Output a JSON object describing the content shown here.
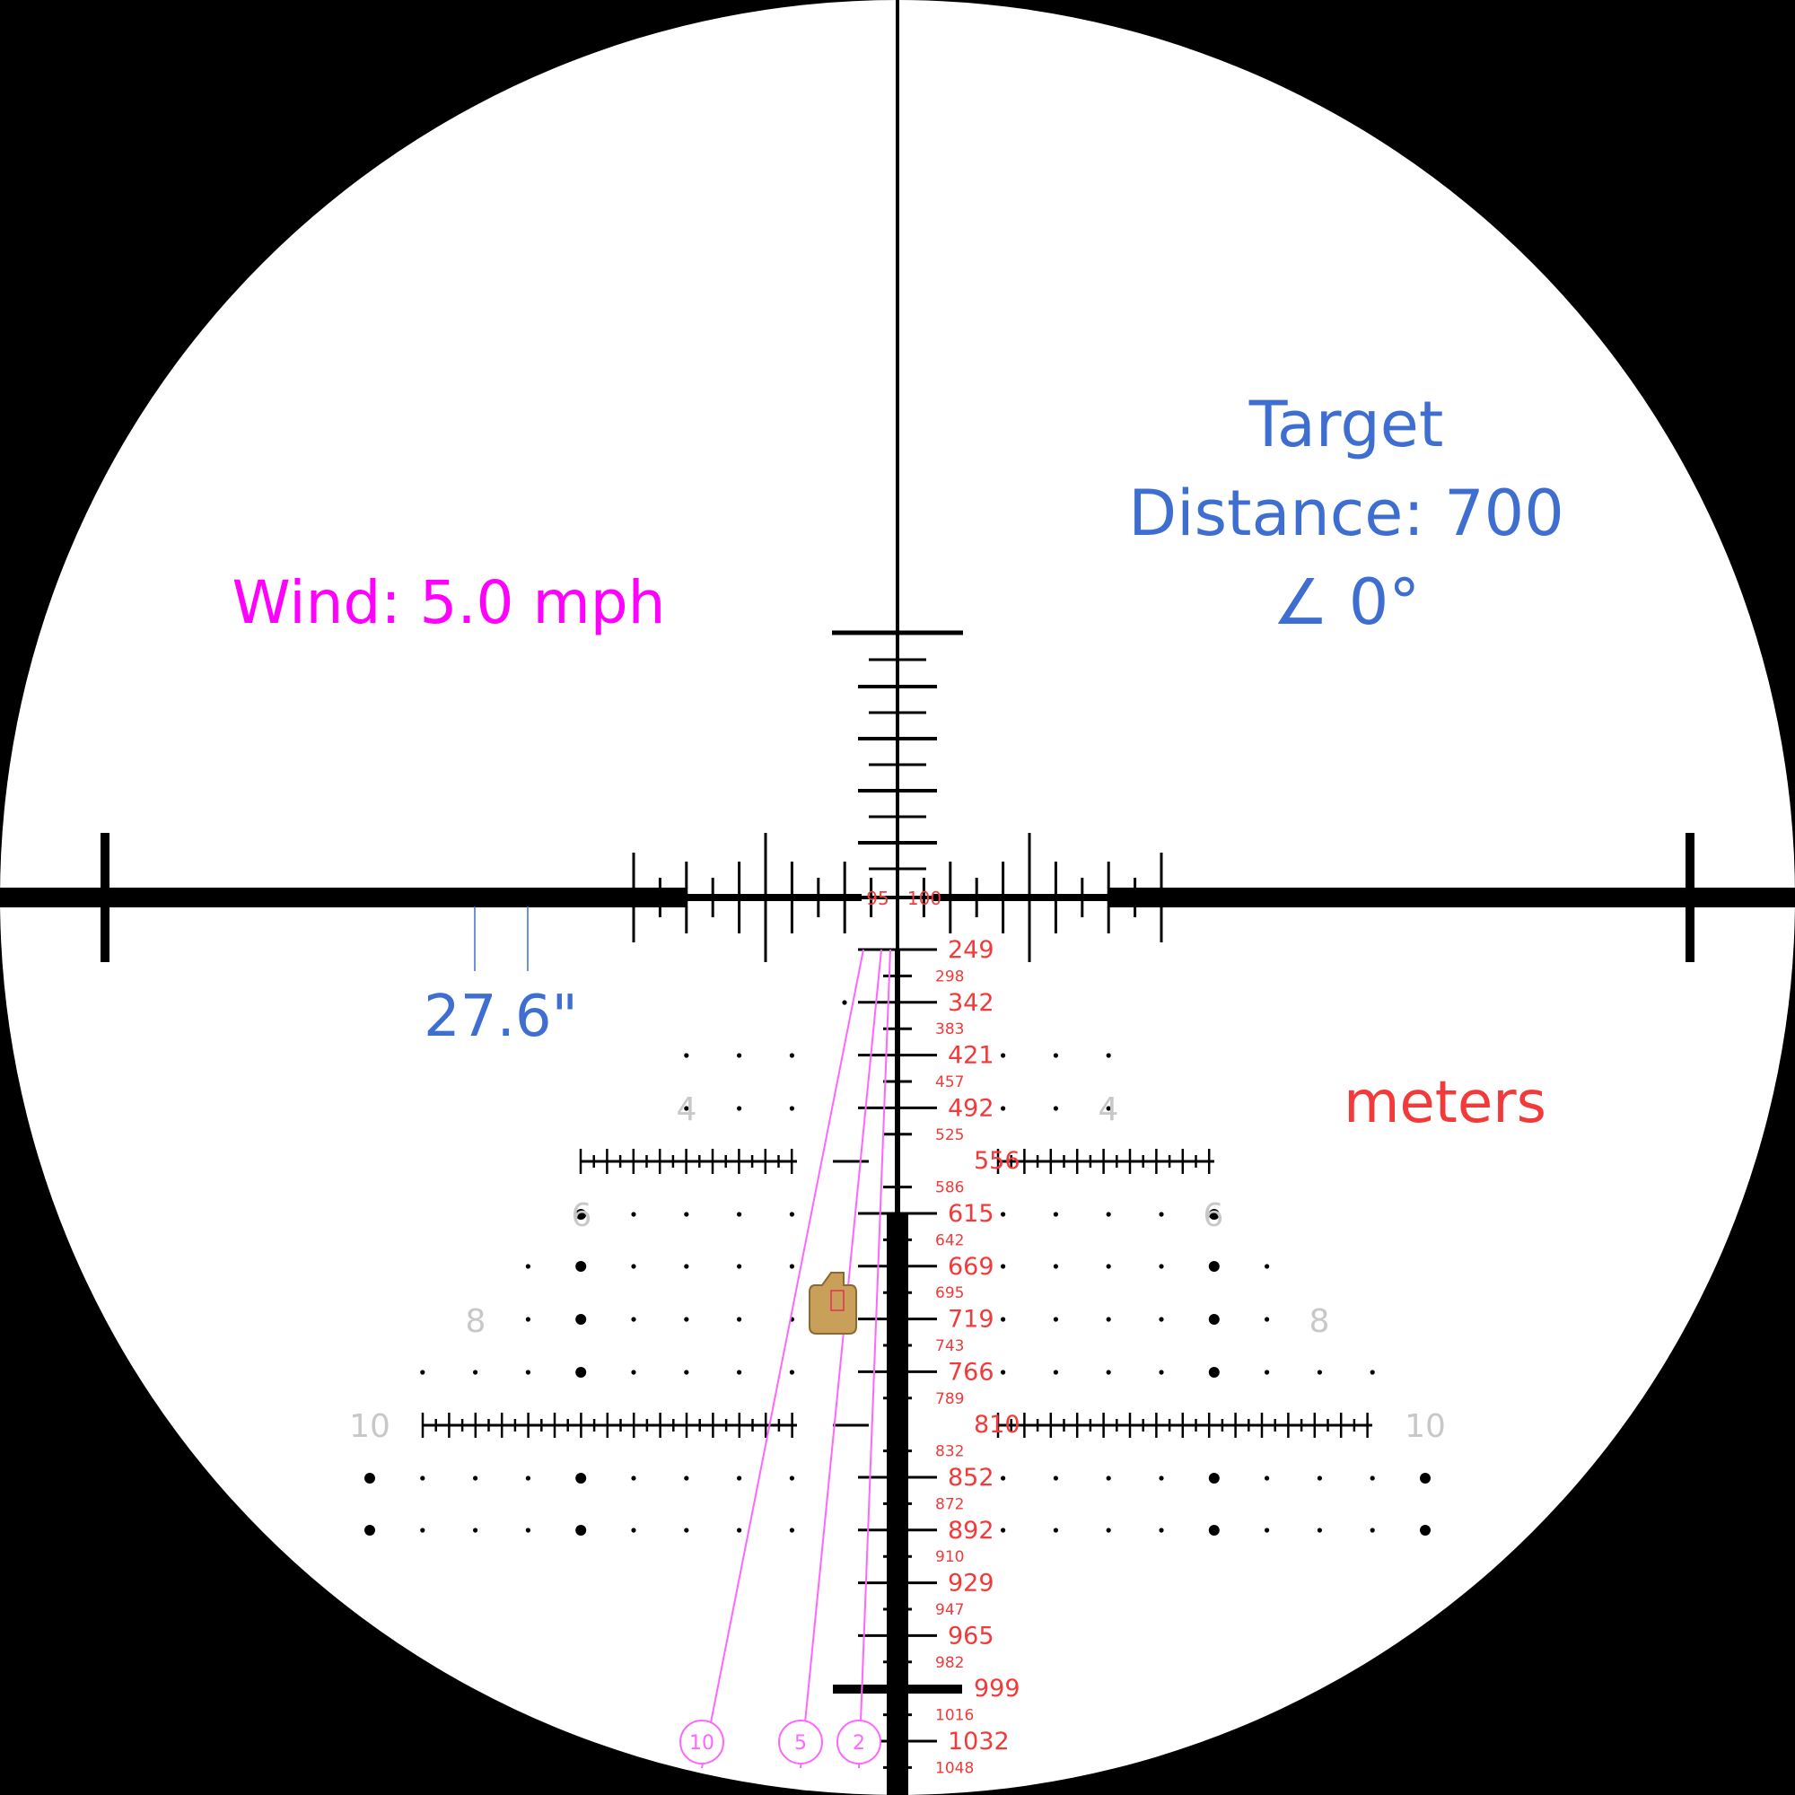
{
  "wind": {
    "label": "Wind: 5.0 mph",
    "color": "#ff00ff"
  },
  "target": {
    "line1": "Target",
    "line2": "Distance: 700",
    "line3": "∠ 0°",
    "color": "#3f6ed1"
  },
  "units": {
    "label": "meters",
    "color": "#f23a3a"
  },
  "target_size": {
    "label": "27.6\"",
    "color": "#3f6ed1"
  },
  "center_labels": {
    "left": "95",
    "right": "100"
  },
  "range_marks": [
    {
      "label": "249",
      "major": true
    },
    {
      "label": "298",
      "major": false
    },
    {
      "label": "342",
      "major": true
    },
    {
      "label": "383",
      "major": false
    },
    {
      "label": "421",
      "major": true
    },
    {
      "label": "457",
      "major": false
    },
    {
      "label": "492",
      "major": true
    },
    {
      "label": "525",
      "major": false
    },
    {
      "label": "556",
      "major": true
    },
    {
      "label": "586",
      "major": false
    },
    {
      "label": "615",
      "major": true
    },
    {
      "label": "642",
      "major": false
    },
    {
      "label": "669",
      "major": true
    },
    {
      "label": "695",
      "major": false
    },
    {
      "label": "719",
      "major": true
    },
    {
      "label": "743",
      "major": false
    },
    {
      "label": "766",
      "major": true
    },
    {
      "label": "789",
      "major": false
    },
    {
      "label": "810",
      "major": true
    },
    {
      "label": "832",
      "major": false
    },
    {
      "label": "852",
      "major": true
    },
    {
      "label": "872",
      "major": false
    },
    {
      "label": "892",
      "major": true
    },
    {
      "label": "910",
      "major": false
    },
    {
      "label": "929",
      "major": true
    },
    {
      "label": "947",
      "major": false
    },
    {
      "label": "965",
      "major": true
    },
    {
      "label": "982",
      "major": false
    },
    {
      "label": "999",
      "major": true
    },
    {
      "label": "1016",
      "major": false
    },
    {
      "label": "1032",
      "major": true
    },
    {
      "label": "1048",
      "major": false
    }
  ],
  "holdover_labels": [
    {
      "row": "4",
      "left": "4",
      "right": "4"
    },
    {
      "row": "6",
      "left": "6",
      "right": "6"
    },
    {
      "row": "8",
      "left": "8",
      "right": "8"
    },
    {
      "row": "10",
      "left": "10",
      "right": "10"
    }
  ],
  "wind_markers": [
    {
      "label": "10"
    },
    {
      "label": "5"
    },
    {
      "label": "2"
    }
  ],
  "colors": {
    "background": "#000000",
    "field": "#ffffff",
    "reticle": "#000000",
    "range": "#f23a3a",
    "wind_line": "#ff66ff",
    "grid_number": "#c8c8c8",
    "target_fill": "#c8a05a"
  }
}
